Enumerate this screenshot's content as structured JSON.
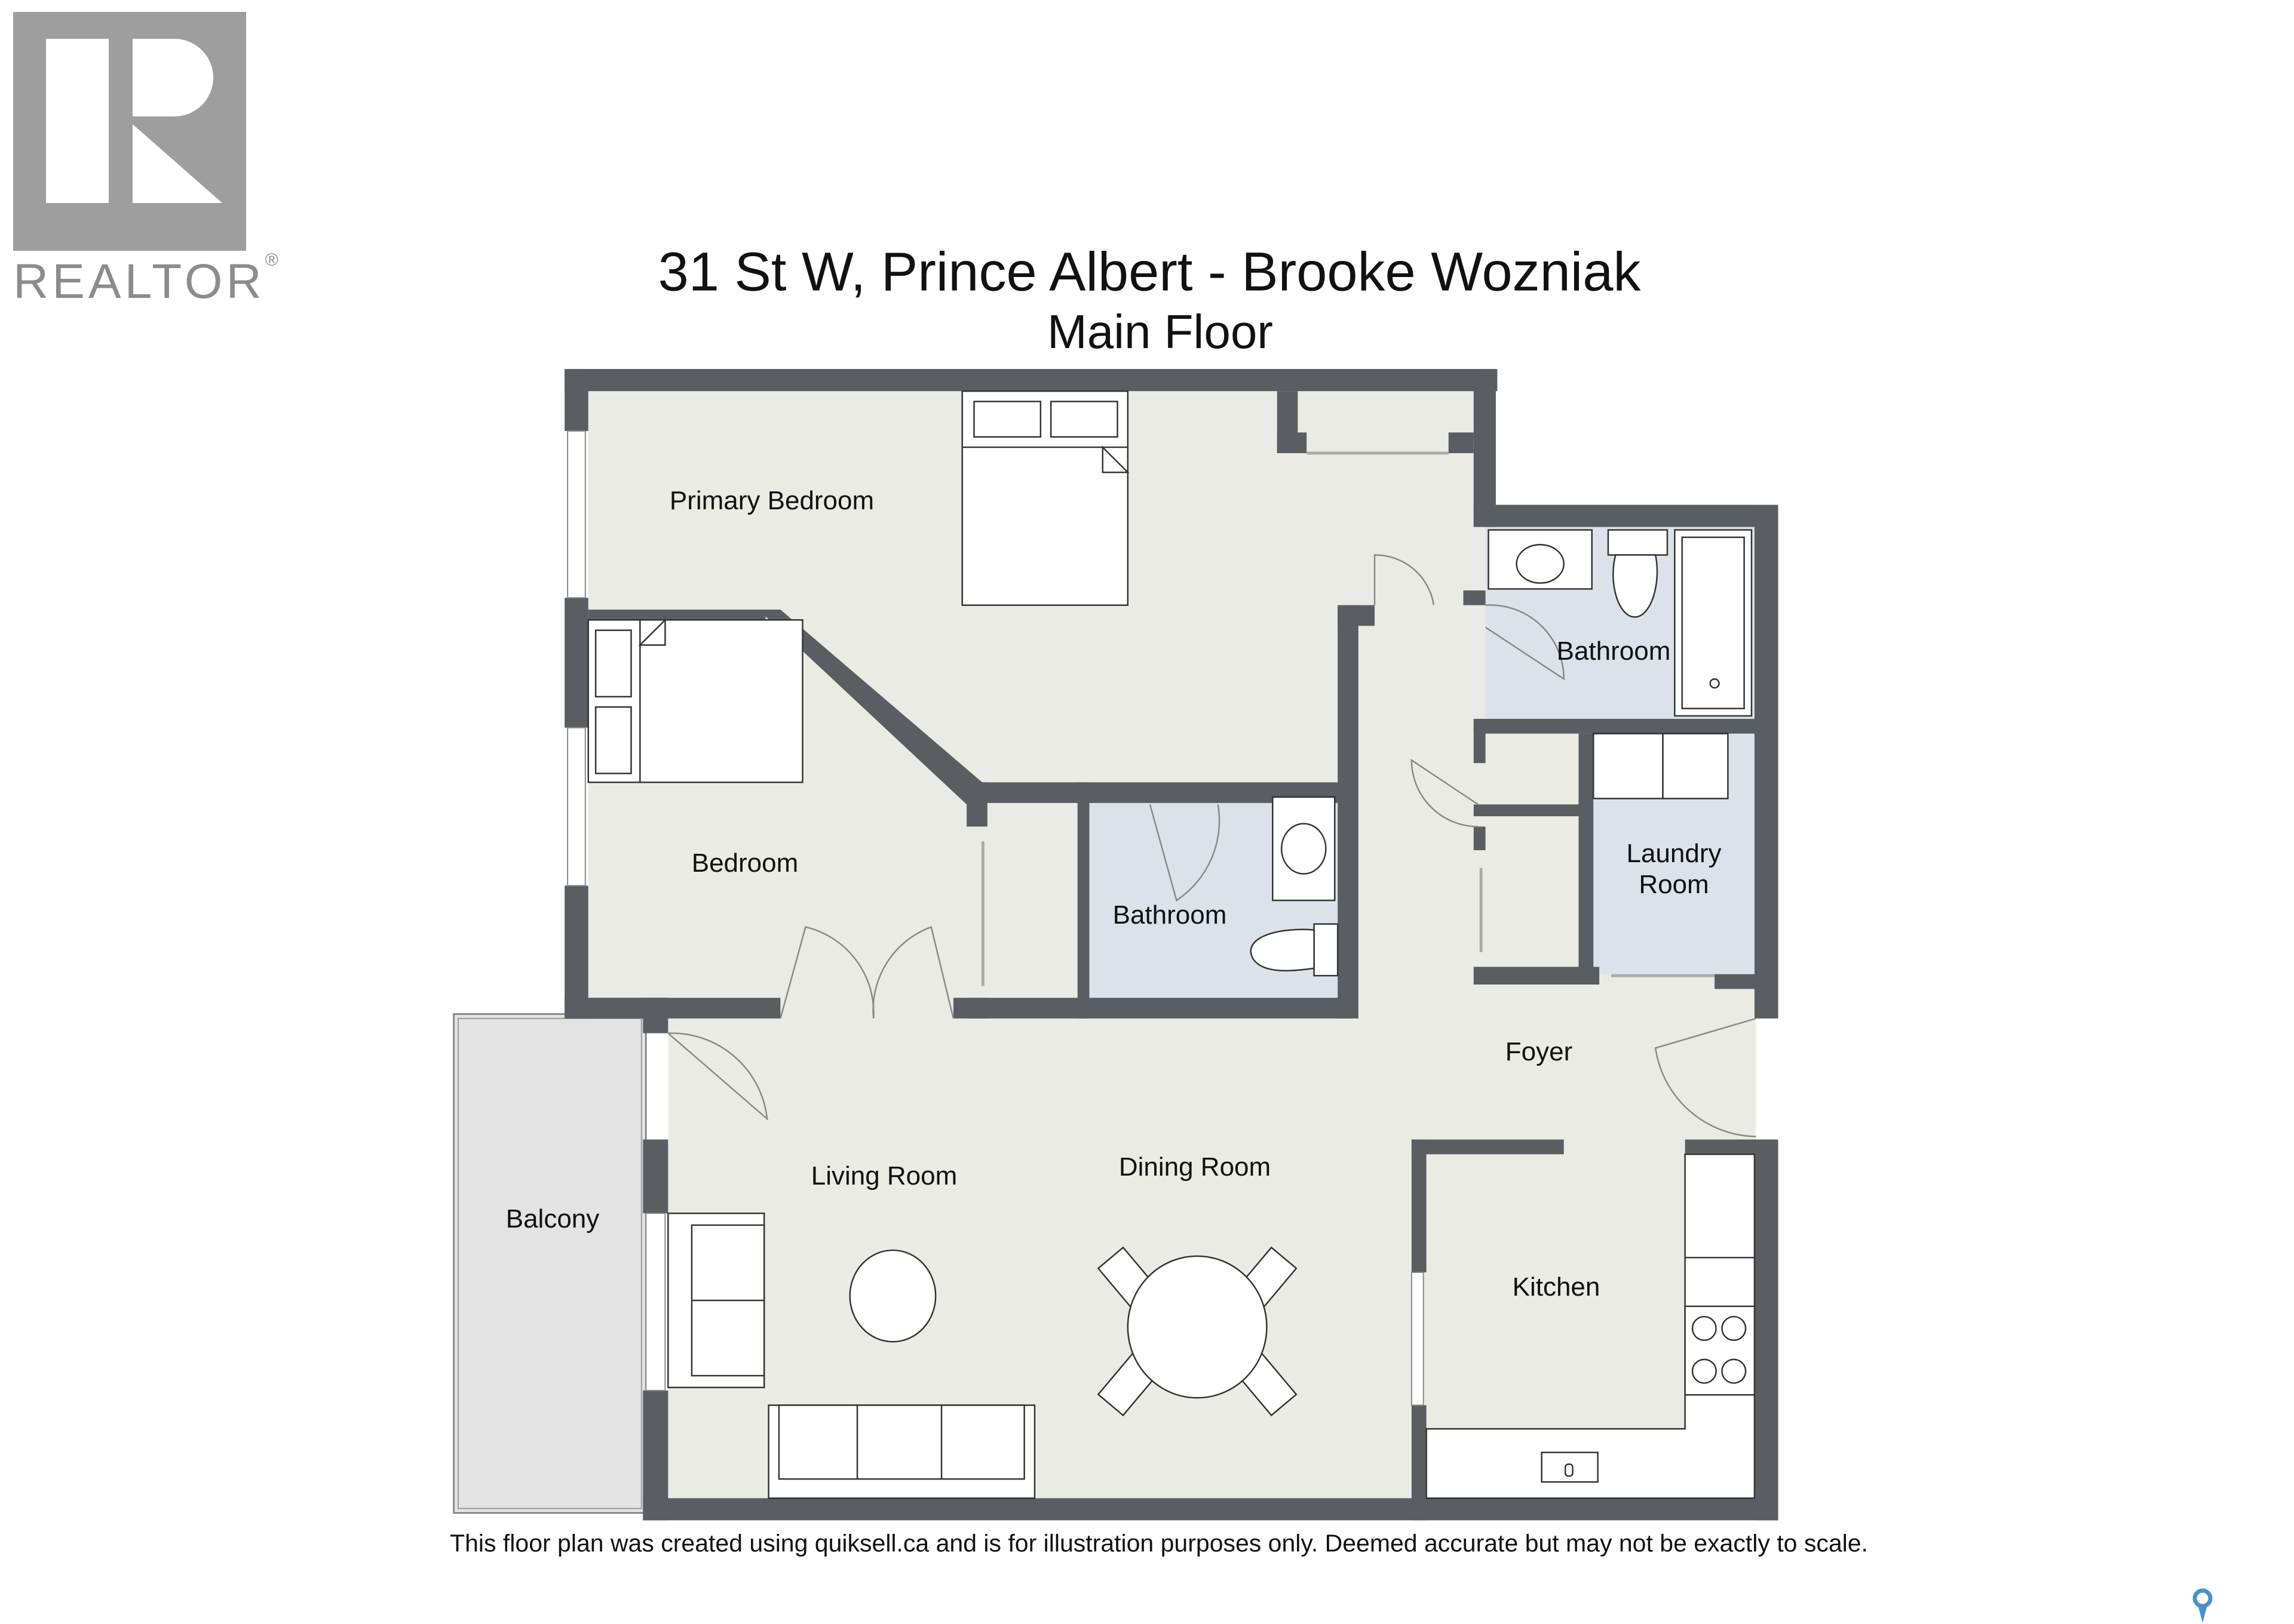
{
  "header": {
    "title": "31 St W, Prince Albert - Brooke Wozniak",
    "subtitle": "Main Floor"
  },
  "logo": {
    "brand_text": "REALTOR",
    "registered_mark": "®",
    "icon": "realtor-r-logo-icon"
  },
  "rooms": [
    {
      "id": "primary-bedroom",
      "label": "Primary Bedroom"
    },
    {
      "id": "bedroom",
      "label": "Bedroom"
    },
    {
      "id": "bathroom-1",
      "label": "Bathroom"
    },
    {
      "id": "bathroom-2",
      "label": "Bathroom"
    },
    {
      "id": "laundry",
      "label_line1": "Laundry",
      "label_line2": "Room"
    },
    {
      "id": "foyer",
      "label": "Foyer"
    },
    {
      "id": "living-room",
      "label": "Living Room"
    },
    {
      "id": "dining-room",
      "label": "Dining Room"
    },
    {
      "id": "balcony",
      "label": "Balcony"
    },
    {
      "id": "kitchen",
      "label": "Kitchen"
    }
  ],
  "footer": {
    "disclaimer": "This floor plan was created using quiksell.ca and is for illustration purposes only. Deemed accurate but may not be exactly to scale."
  },
  "map_pin": {
    "icon": "map-pin-icon",
    "color": "#4a90c8"
  },
  "colors": {
    "wall": "#5a5d61",
    "floor": "#ebebe6",
    "wet_room": "#dde2ea",
    "balcony": "#e3e3e3",
    "fixture": "#ffffff",
    "logo_gray": "#9e9e9e",
    "text": "#111111"
  }
}
